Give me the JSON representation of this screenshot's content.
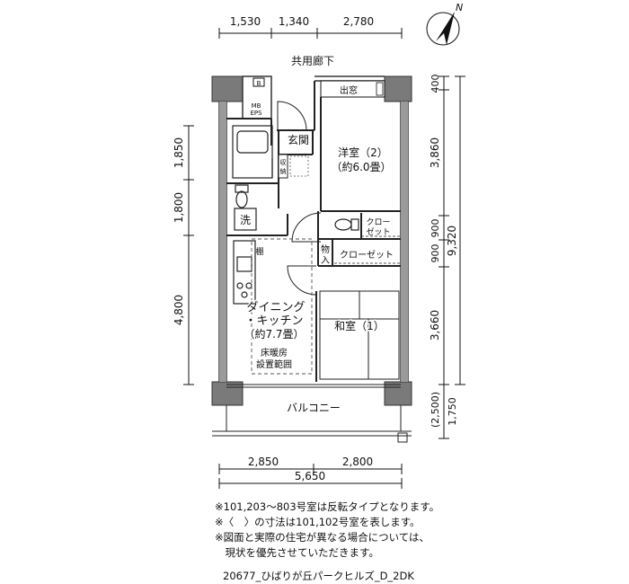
{
  "compass": {
    "north_label": "N"
  },
  "dims_top": [
    "1,530",
    "1,340",
    "2,780"
  ],
  "dims_bottom": [
    "2,850",
    "2,800",
    "5,650"
  ],
  "dims_left": [
    "1,850",
    "1,800",
    "4,800"
  ],
  "dims_right": [
    "400",
    "3,860",
    "900",
    "900",
    "3,660",
    "(2,500)",
    "1,750",
    "9,320"
  ],
  "corridor": "共用廊下",
  "small_labels": {
    "b": "B",
    "mb_eps": "MB\nEPS",
    "bay_window": "出窓"
  },
  "rooms": {
    "genkan": "玄関",
    "shuno": "収\n納",
    "western_room": "洋室（2）",
    "western_room_size": "（約6.0畳）",
    "wash": "洗",
    "closet_top": "クロー\nゼット",
    "shelf": "棚",
    "storage": "物\n入",
    "closet": "クローゼット",
    "dk_line1": "ダイニング",
    "dk_line2": "・キッチン",
    "dk_size": "（約7.7畳）",
    "floor_heating": "床暖房\n設置範囲",
    "japanese_room": "和室（1）",
    "balcony": "バルコニー"
  },
  "notes": [
    "※101,203〜803号室は反転タイプとなります。",
    "※〈　〉の寸法は101,102号室を表します。",
    "※図面と実際の住宅が異なる場合については、",
    "　現状を優先させていただきます。"
  ],
  "caption": "20677_ひばりが丘パークヒルズ_D_2DK"
}
